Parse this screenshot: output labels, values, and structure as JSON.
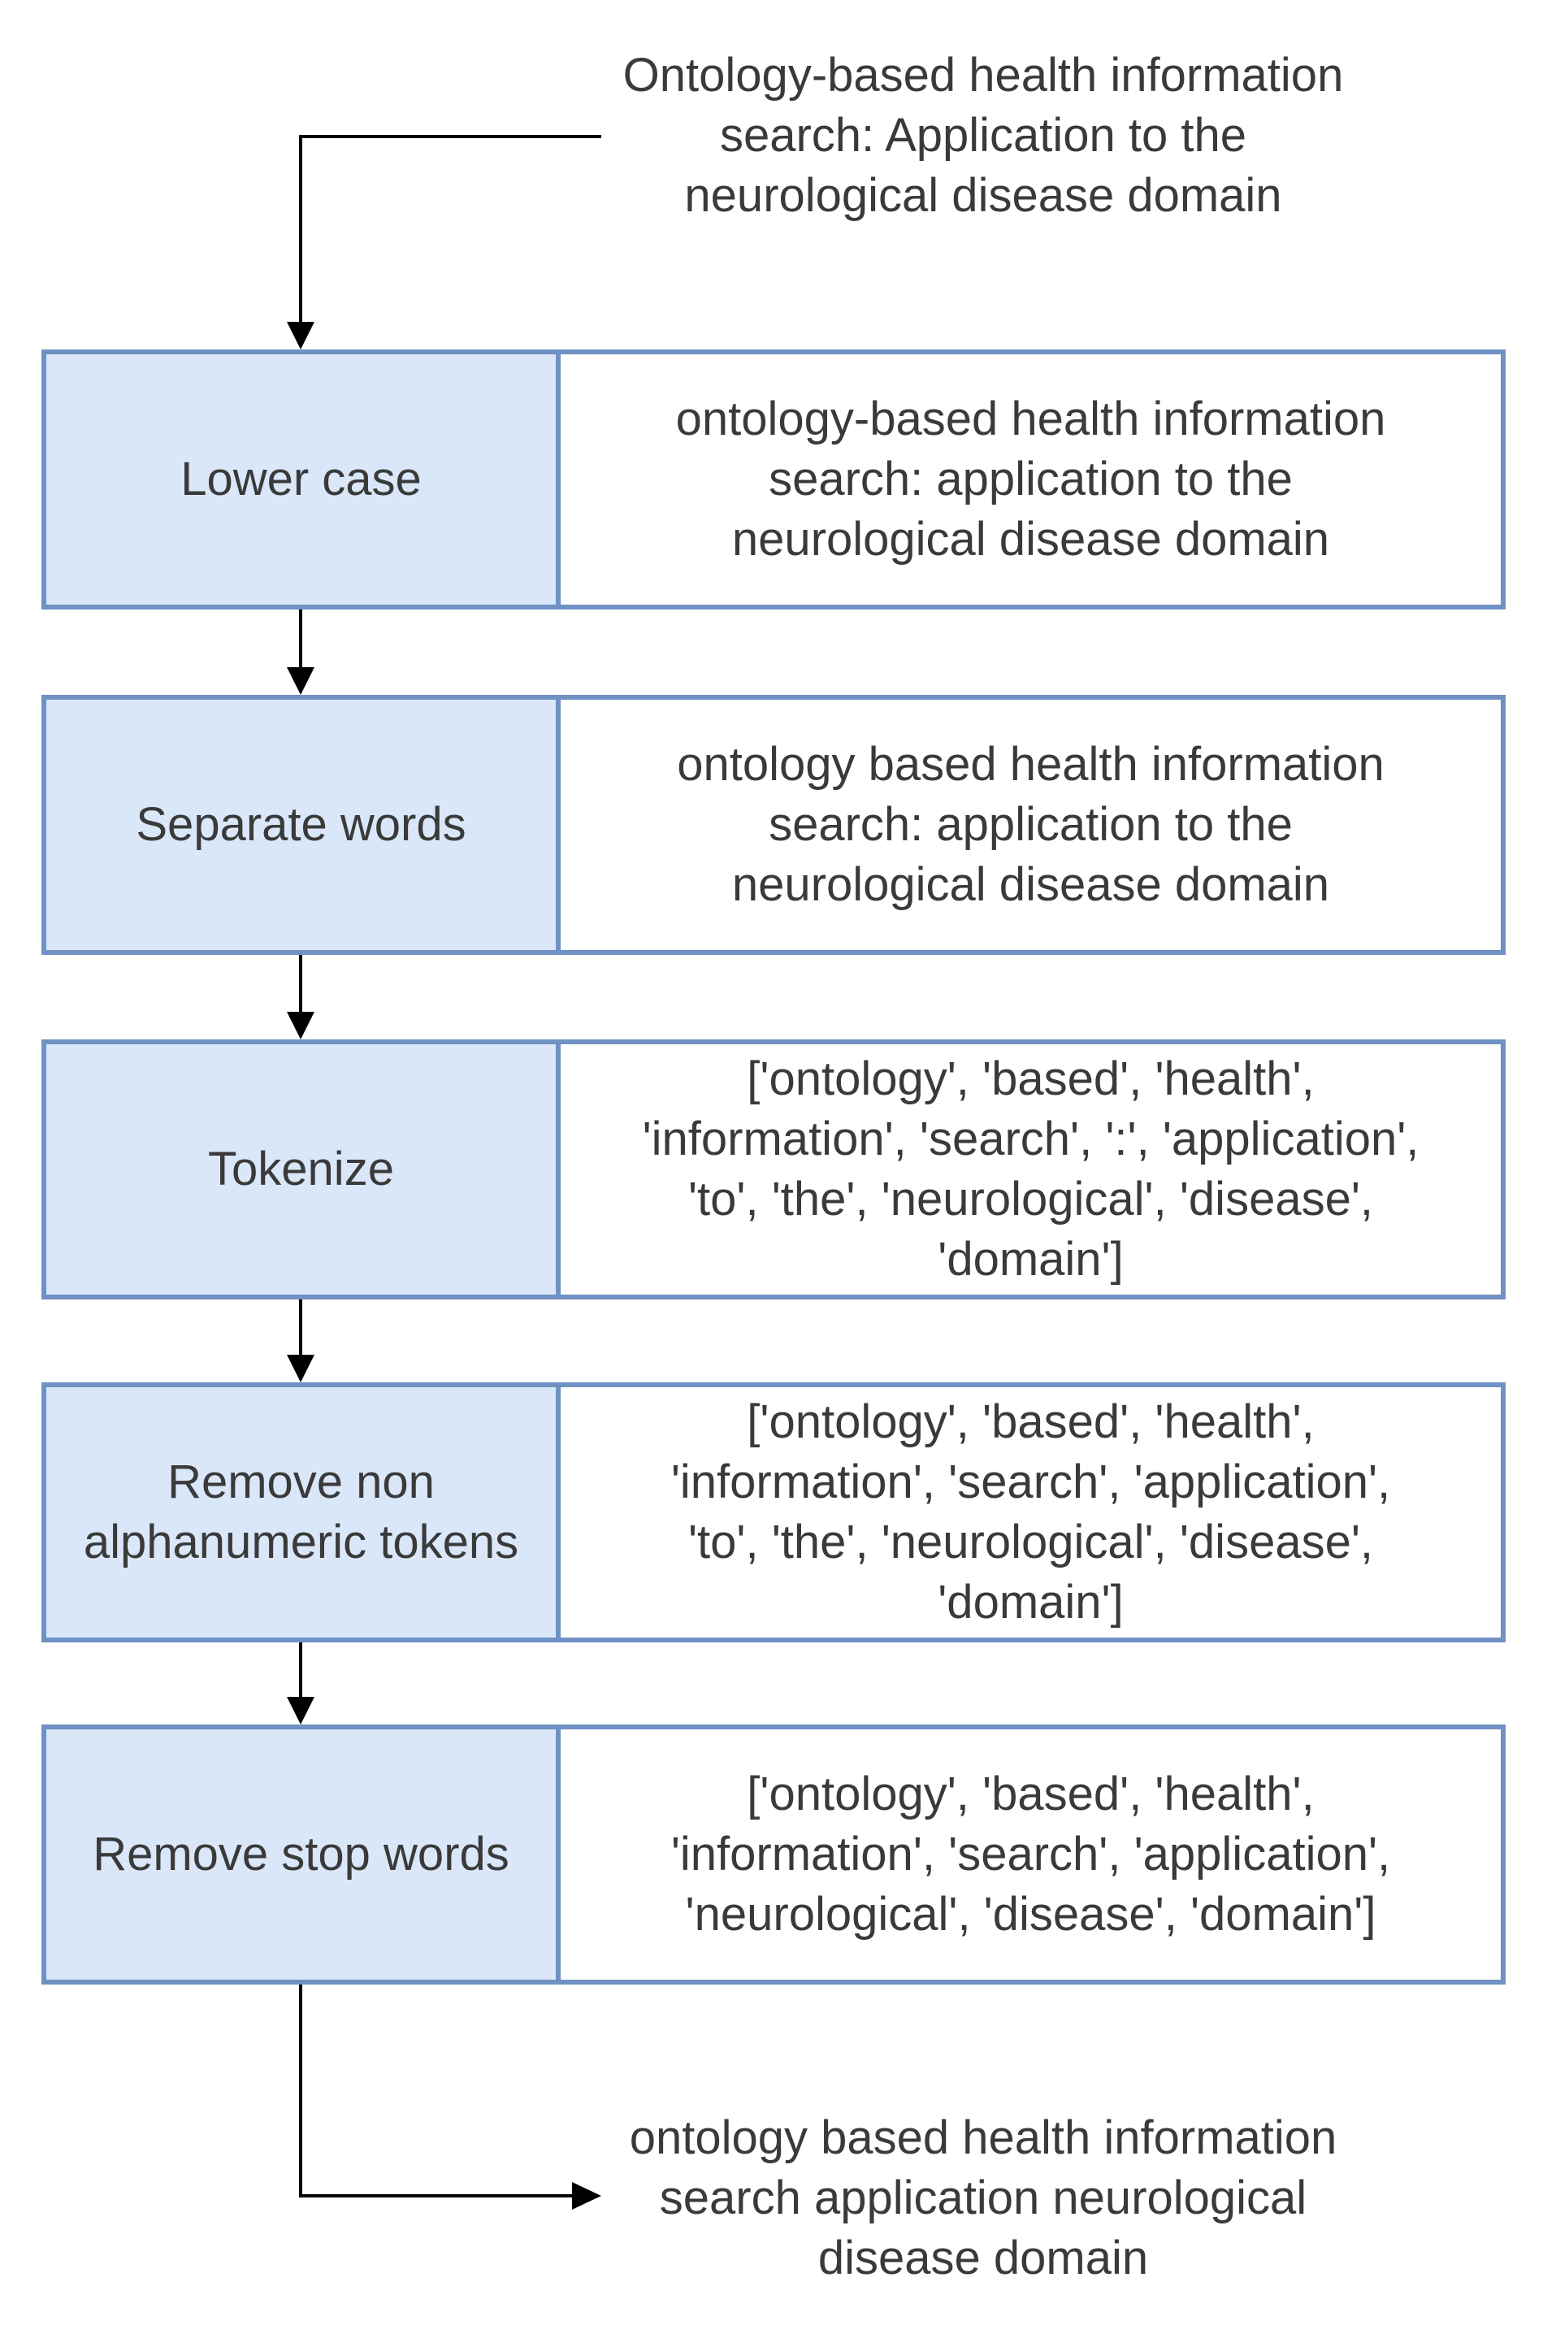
{
  "flowchart": {
    "title": "Ontology-based health information\nsearch: Application to the\nneurological disease domain",
    "steps": [
      {
        "label": "Lower case",
        "output": "ontology-based health information\nsearch: application to the\nneurological disease domain"
      },
      {
        "label": "Separate words",
        "output": "ontology based health information\nsearch: application to the\nneurological disease domain"
      },
      {
        "label": "Tokenize",
        "output": "['ontology', 'based', 'health',\n'information', 'search', ':', 'application',\n'to', 'the', 'neurological', 'disease',\n'domain']"
      },
      {
        "label": "Remove non\nalphanumeric tokens",
        "output": "['ontology', 'based', 'health',\n'information', 'search', 'application',\n'to', 'the', 'neurological', 'disease',\n'domain']"
      },
      {
        "label": "Remove stop words",
        "output": "['ontology', 'based', 'health',\n'information', 'search', 'application',\n'neurological', 'disease', 'domain']"
      }
    ],
    "result": "ontology based health information\nsearch application neurological\ndisease domain",
    "colors": {
      "box_border": "#6f91c3",
      "box_fill": "#dae7f9",
      "text": "#3a3a3a",
      "arrow": "#000000"
    }
  }
}
